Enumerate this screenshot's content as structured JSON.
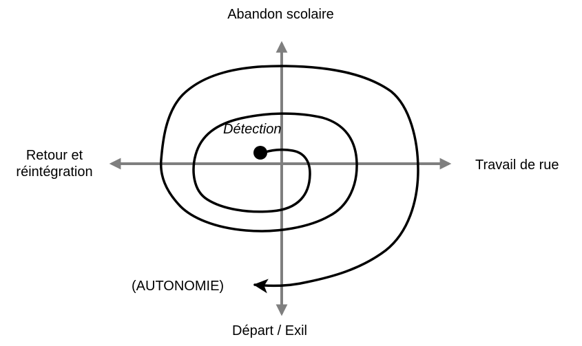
{
  "diagram": {
    "axis_top": "Abandon scolaire",
    "axis_bottom": "Départ / Exil",
    "axis_right": "Travail de rue",
    "axis_left": "Retour et réintégration",
    "start_label": "Détection",
    "end_label": "(AUTONOMIE)"
  },
  "colors": {
    "axis": "#7f7f7f",
    "spiral": "#000000",
    "text": "#000000"
  }
}
